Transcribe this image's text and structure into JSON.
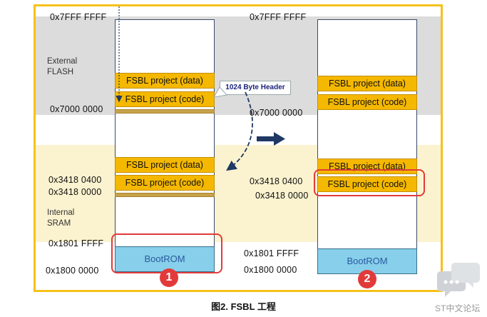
{
  "diagram": {
    "left": {
      "addresses": {
        "flash_top": "0x7FFF FFFF",
        "flash_base": "0x7000 0000",
        "sram_a": "0x3418 0400",
        "sram_b": "0x3418 0000",
        "rom_top": "0x1801 FFFF",
        "rom_base": "0x1800 0000"
      },
      "region_labels": {
        "flash": "External\nFLASH",
        "sram": "Internal\nSRAM"
      },
      "flash_blocks": [
        "FSBL project (data)",
        "FSBL project (code)"
      ],
      "sram_blocks": [
        "FSBL project (data)",
        "FSBL project (code)"
      ],
      "bootrom": "BootROM",
      "badge": "1"
    },
    "right": {
      "addresses": {
        "flash_top": "0x7FFF FFFF",
        "flash_base": "0x7000 0000",
        "sram_a": "0x3418 0400",
        "sram_b": "0x3418 0000",
        "rom_top": "0x1801 FFFF",
        "rom_base": "0x1800 0000"
      },
      "flash_blocks": [
        "FSBL project (data)",
        "FSBL project (code)"
      ],
      "sram_blocks": [
        "FSBL project (data)",
        "FSBL project (code)"
      ],
      "bootrom": "BootROM",
      "badge": "2"
    },
    "header_label": "1024 Byte Header",
    "caption": "图2. FSBL 工程"
  },
  "watermark": {
    "text": "ST中文论坛",
    "icon": "chat-bubbles-icon"
  },
  "colors": {
    "frame": "#f5c21b",
    "flash_band": "#dcdcdc",
    "sram_band": "#fbf2cf",
    "block": "#f5b800",
    "bootrom": "#87cfea",
    "highlight": "#e23a3a",
    "arrow": "#1f3864"
  }
}
